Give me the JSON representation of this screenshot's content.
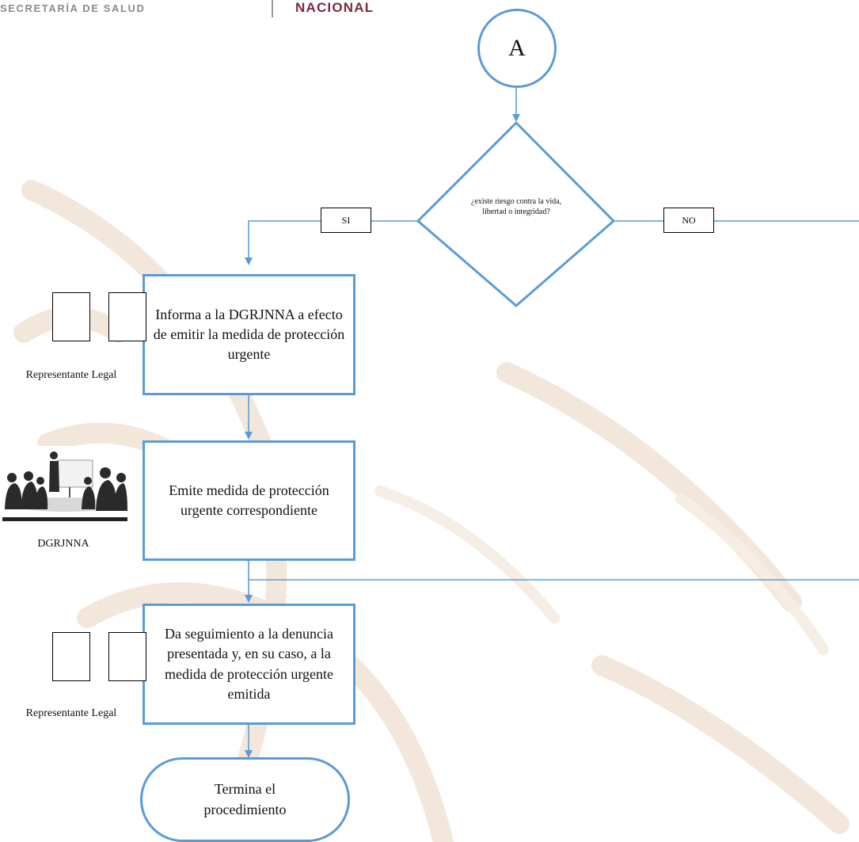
{
  "header": {
    "agency": "SECRETARÍA DE SALUD",
    "program": "NACIONAL"
  },
  "flowchart": {
    "connector": {
      "label": "A"
    },
    "decision": {
      "text": "¿existe riesgo contra la vida, libertad o integridad?"
    },
    "branches": {
      "yes": "SI",
      "no": "NO"
    },
    "steps": [
      {
        "text": "Informa a la DGRJNNA a efecto de emitir la medida de protección urgente",
        "role": "Representante Legal"
      },
      {
        "text": "Emite medida de protección urgente correspondiente",
        "role": "DGRJNNA"
      },
      {
        "text": "Da seguimiento a la denuncia presentada y, en su caso, a la medida de protección urgente emitida",
        "role": "Representante Legal"
      }
    ],
    "end": {
      "text": "Termina el procedimiento"
    }
  },
  "colors": {
    "connector_line": "#5b9bd5",
    "header_gray": "#8a8a8a",
    "header_accent": "#7a2a3c",
    "watermark": "#f3e7dc"
  },
  "icons": [
    "people-meeting-icon"
  ]
}
